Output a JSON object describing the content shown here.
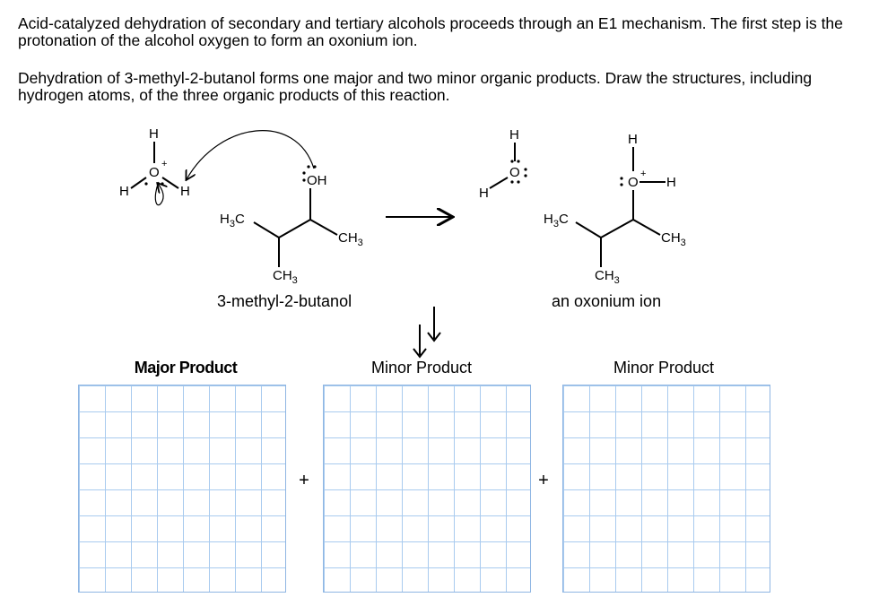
{
  "question": {
    "paragraph1": "Acid-catalyzed dehydration of secondary and tertiary alcohols proceeds through an E1 mechanism. The first step is the protonation of the alcohol oxygen to form an oxonium ion.",
    "paragraph2": "Dehydration of 3-methyl-2-butanol forms one major and two minor organic products. Draw the structures, including hydrogen atoms, of the three organic products of this reaction."
  },
  "scheme": {
    "reactant_name": "3-methyl-2-butanol",
    "product_name": "an oxonium ion",
    "atoms": {
      "H": "H",
      "O": "O",
      "OH": "OH",
      "H3C_base": "H",
      "H3C_sub": "3",
      "H3C_tail": "C",
      "CH3_base": "CH",
      "CH3_sub": "3",
      "plus_charge": "+",
      "lone_pair": ":"
    }
  },
  "answers": {
    "major_label": "Major Product",
    "minor1_label": "Minor Product",
    "minor2_label": "Minor Product",
    "plus": "+"
  },
  "colors": {
    "grid_line": "#a9cbef",
    "grid_border": "#8fb6e3"
  }
}
